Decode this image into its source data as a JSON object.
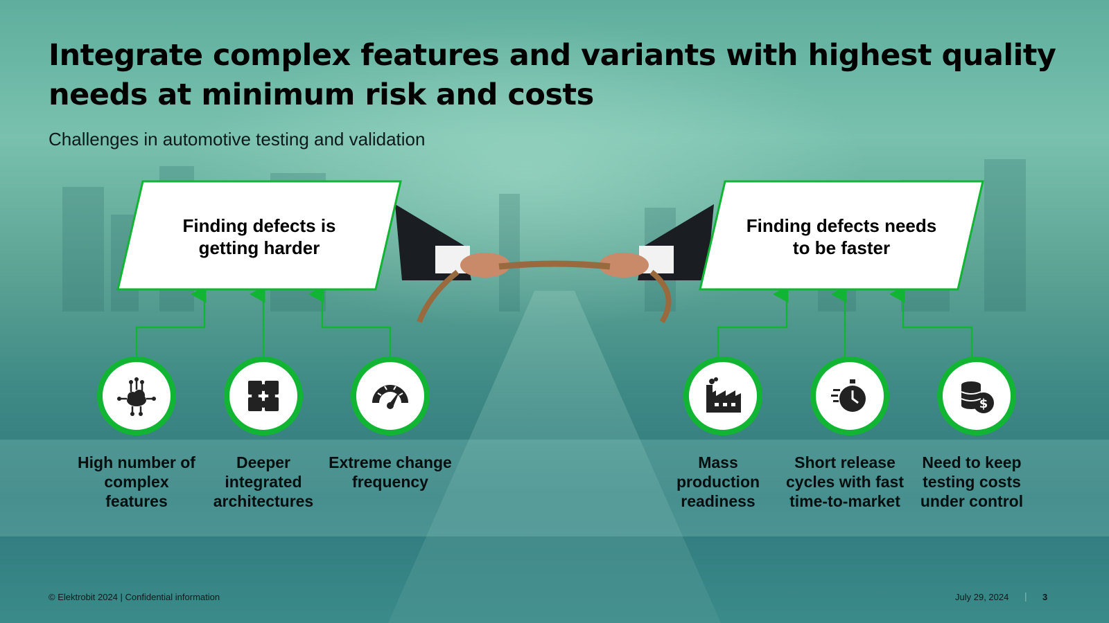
{
  "slide": {
    "title": "Integrate complex features and variants with highest quality needs at minimum risk and costs",
    "subtitle": "Challenges in automotive testing and validation"
  },
  "left_box": {
    "text": "Finding defects is getting harder"
  },
  "right_box": {
    "text": "Finding defects needs to be faster"
  },
  "challenges": [
    {
      "label": "High number of complex features",
      "icon": "cloud-network-icon"
    },
    {
      "label": "Deeper integrated architectures",
      "icon": "puzzle-icon"
    },
    {
      "label": "Extreme change frequency",
      "icon": "speedometer-icon"
    },
    {
      "label": "Mass production readiness",
      "icon": "factory-icon"
    },
    {
      "label": "Short release cycles with fast time-to-market",
      "icon": "stopwatch-icon"
    },
    {
      "label": "Need to keep testing costs under control",
      "icon": "coins-dollar-icon"
    }
  ],
  "footer": {
    "copyright": "© Elektrobit 2024 | Confidential information",
    "date": "July 29, 2024",
    "separator": "|",
    "page": "3"
  },
  "colors": {
    "accent_green": "#12b533",
    "background_teal": "#4f9d93",
    "text": "#000000"
  }
}
